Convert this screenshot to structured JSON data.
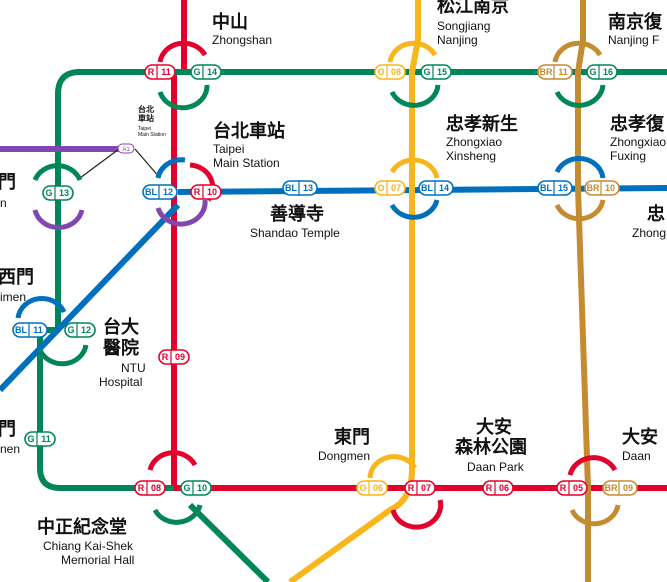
{
  "lines": {
    "red": "#e3002c",
    "green": "#008659",
    "blue": "#0070bd",
    "orange": "#f8b61c",
    "brown": "#c48c31",
    "purple": "#8246af"
  },
  "stations": {
    "zhongshan": {
      "zh": "中山",
      "en": "Zhongshan",
      "codes": [
        [
          "R",
          "11"
        ],
        [
          "G",
          "14"
        ]
      ]
    },
    "songjiang": {
      "zh": "松江南京",
      "en1": "Songjiang",
      "en2": "Nanjing",
      "codes": [
        [
          "O",
          "08"
        ],
        [
          "G",
          "15"
        ]
      ]
    },
    "nanjing_fuxing": {
      "zh": "南京復",
      "en": "Nanjing F",
      "codes": [
        [
          "BR",
          "11"
        ],
        [
          "G",
          "16"
        ]
      ]
    },
    "taipei_main": {
      "zh": "台北車站",
      "en1": "Taipei",
      "en2": "Main Station",
      "codes": [
        [
          "BL",
          "12"
        ],
        [
          "R",
          "10"
        ]
      ]
    },
    "zhongxiao_xinsheng": {
      "zh": "忠孝新生",
      "en1": "Zhongxiao",
      "en2": "Xinsheng",
      "codes": [
        [
          "O",
          "07"
        ],
        [
          "BL",
          "14"
        ]
      ]
    },
    "zhongxiao_fuxing": {
      "zh": "忠孝復",
      "en1": "Zhongxiao",
      "en2": "Fuxing",
      "codes": [
        [
          "BL",
          "15"
        ],
        [
          "BR",
          "10"
        ]
      ]
    },
    "zhong_cut": {
      "zh": "忠",
      "en": "Zhong"
    },
    "shandao": {
      "zh": "善導寺",
      "en": "Shandao Temple",
      "codes": [
        [
          "BL",
          "13"
        ]
      ]
    },
    "beimen": {
      "zh": "門",
      "en": "n",
      "codes": [
        [
          "G",
          "13"
        ]
      ]
    },
    "ximen": {
      "zh": "西門",
      "en": "imen",
      "codes": [
        [
          "BL",
          "11"
        ],
        [
          "G",
          "12"
        ]
      ]
    },
    "ntu_hospital": {
      "zh1": "台大",
      "zh2": "醫院",
      "en1": "NTU",
      "en2": "Hospital",
      "codes": [
        [
          "R",
          "09"
        ]
      ]
    },
    "xiaonanmen": {
      "zh": "門",
      "en": "nen",
      "codes": [
        [
          "G",
          "11"
        ]
      ]
    },
    "ckst": {
      "zh": "中正紀念堂",
      "en1": "Chiang Kai-Shek",
      "en2": "Memorial Hall",
      "codes": [
        [
          "R",
          "08"
        ],
        [
          "G",
          "10"
        ]
      ]
    },
    "dongmen": {
      "zh": "東門",
      "en": "Dongmen",
      "codes": [
        [
          "O",
          "06"
        ],
        [
          "R",
          "07"
        ]
      ]
    },
    "daan_park": {
      "zh1": "大安",
      "zh2": "森林公園",
      "en": "Daan Park",
      "codes": [
        [
          "R",
          "06"
        ]
      ]
    },
    "daan": {
      "zh": "大安",
      "en": "Daan",
      "codes": [
        [
          "R",
          "05"
        ],
        [
          "BR",
          "09"
        ]
      ]
    },
    "taipei_main_small": {
      "zh1": "台北",
      "zh2": "車站",
      "en1": "Taipei",
      "en2": "Main Station",
      "code": "A1"
    }
  }
}
